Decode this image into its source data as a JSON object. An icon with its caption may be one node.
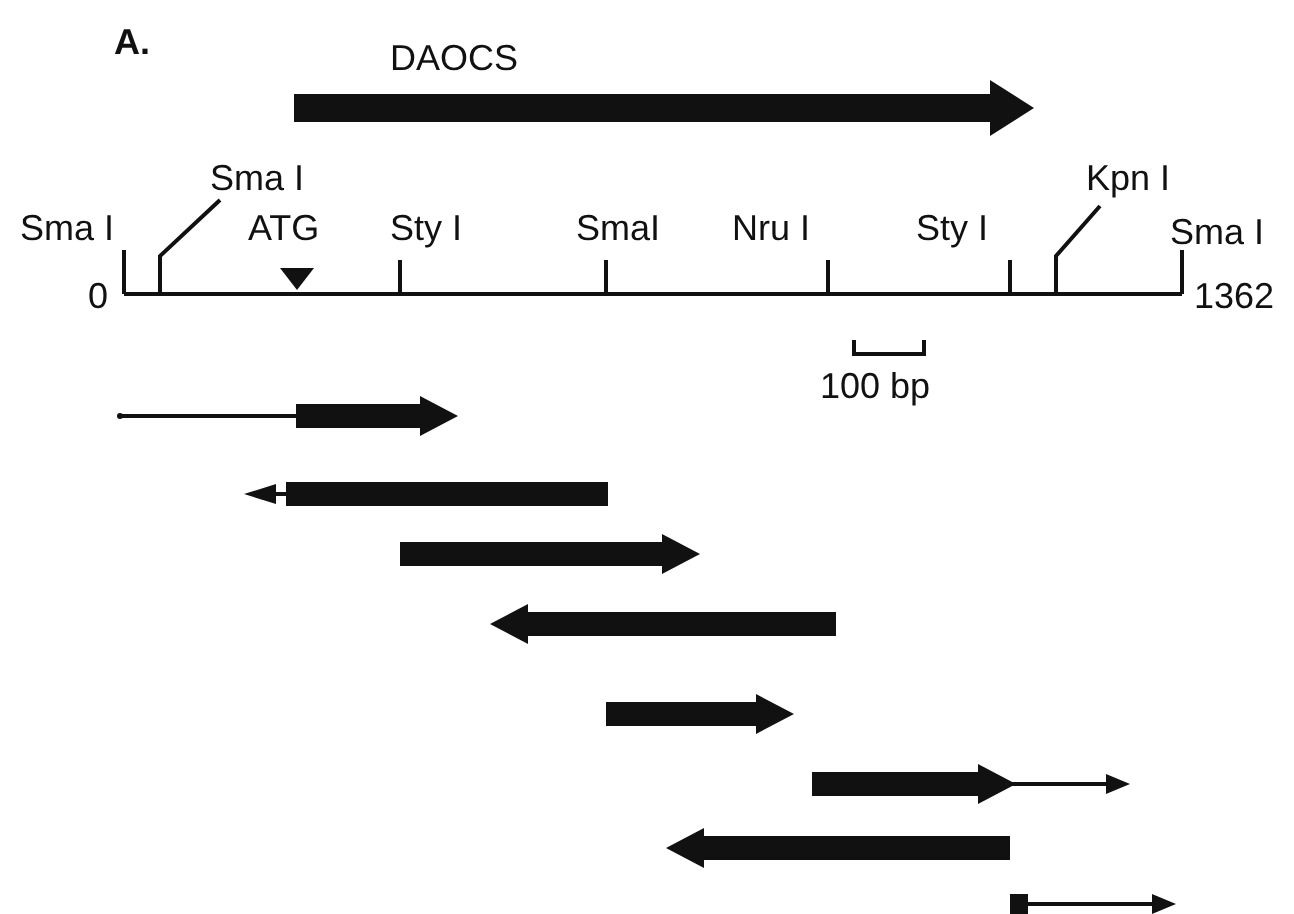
{
  "diagram": {
    "labels": [
      "A.",
      "DAOCS",
      "Sma I",
      "Kpn I",
      "Sma I",
      "ATG",
      "Sty I",
      "SmaI",
      "Nru I",
      "Sty I",
      "Sma I",
      "0",
      "1362",
      "100 bp"
    ]
  }
}
